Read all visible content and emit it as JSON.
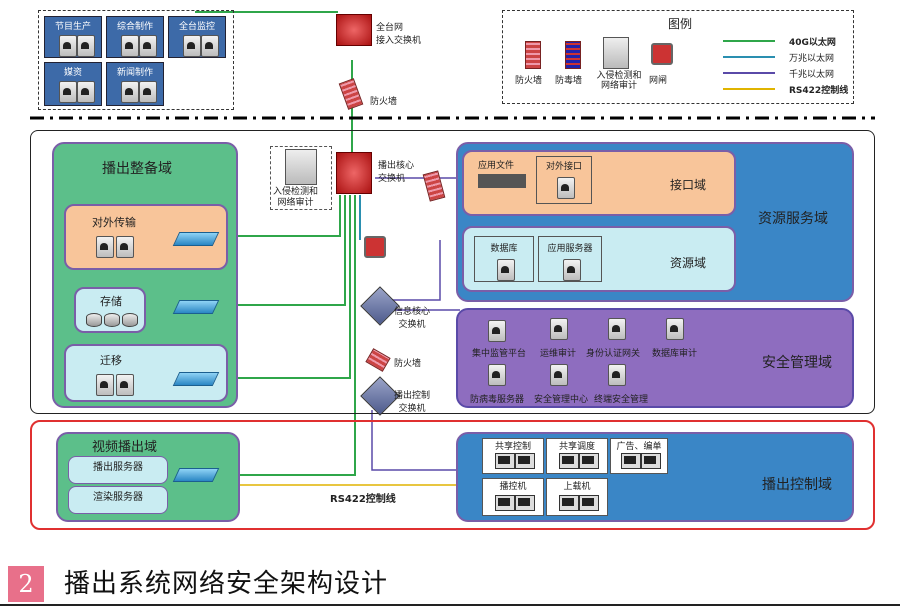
{
  "colors": {
    "g40": "#2fa64a",
    "g10": "#2a8fb0",
    "g1": "#5a4aa8",
    "rs": "#e0b400"
  },
  "legend": {
    "title": "图例",
    "icons": [
      "防火墙",
      "防毒墙",
      "入侵检测和网络审计",
      "网闸"
    ],
    "lines": [
      "40G以太网",
      "万兆以太网",
      "千兆以太网",
      "RS422控制线"
    ]
  },
  "top": {
    "zones": [
      "节目生产",
      "综合制作",
      "全台监控",
      "媒资",
      "新闻制作"
    ],
    "core_switch": "全台网\n接入交换机",
    "firewall": "防火墙"
  },
  "broadcast_prep": {
    "title": "播出整备域",
    "transfer": "对外传输",
    "storage": "存储",
    "migrate": "迁移"
  },
  "core": {
    "ids": "入侵检测和\n网络审计",
    "core_switch": "播出核心\n交换机",
    "info_core": "信息核心\n交换机",
    "firewall2": "防火墙",
    "control_switch": "播出控制\n交换机"
  },
  "resource": {
    "title": "资源服务域",
    "interface": {
      "title": "接口域",
      "item1": "应用文件",
      "item2": "对外接口"
    },
    "res": {
      "title": "资源域",
      "item1": "数据库",
      "item2": "应用服务器"
    }
  },
  "security": {
    "title": "安全管理域",
    "items": [
      "集中监管平台",
      "运维审计",
      "身份认证网关",
      "数据库审计",
      "防病毒服务器",
      "安全管理中心",
      "终端安全管理"
    ]
  },
  "video": {
    "title": "视频播出域",
    "server": "播出服务器",
    "render": "渲染服务器"
  },
  "control": {
    "title": "播出控制域",
    "items": [
      "共享控制",
      "共享调度",
      "广告、编单",
      "播控机",
      "上载机"
    ]
  },
  "rs422": "RS422控制线",
  "caption": {
    "num": "2",
    "text": "播出系统网络安全架构设计"
  }
}
